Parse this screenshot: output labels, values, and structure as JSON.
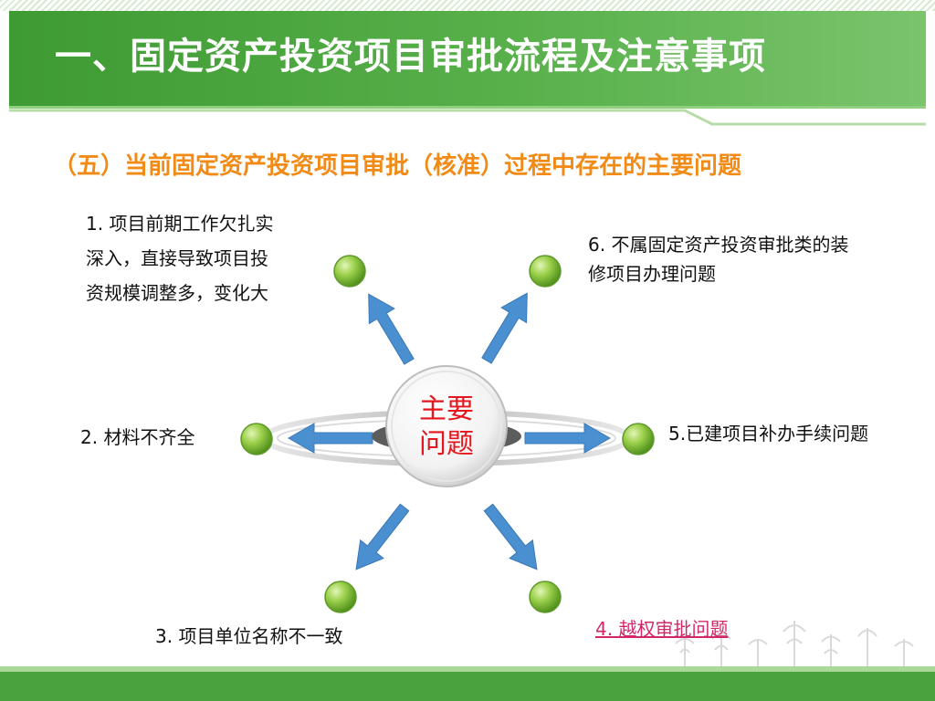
{
  "header": {
    "title": "一、固定资产投资项目审批流程及注意事项"
  },
  "subtitle": "（五）当前固定资产投资项目审批（核准）过程中存在的主要问题",
  "center": {
    "line1": "主要",
    "line2": "问题"
  },
  "items": [
    {
      "id": 1,
      "lines": [
        "1. 项目前期工作欠扎实",
        "深入，直接导致项目投",
        "资规模调整多，变化大"
      ]
    },
    {
      "id": 2,
      "lines": [
        "2. 材料不齐全"
      ]
    },
    {
      "id": 3,
      "lines": [
        "3. 项目单位名称不一致"
      ]
    },
    {
      "id": 4,
      "lines": [
        "4. 越权审批问题"
      ],
      "color": "#d2286a"
    },
    {
      "id": 5,
      "lines": [
        "5.已建项目补办手续问题"
      ]
    },
    {
      "id": 6,
      "lines": [
        "6. 不属固定资产投资审批类的装",
        "修项目办理问题"
      ]
    }
  ],
  "colors": {
    "banner": "#4aa23f",
    "subtitle": "#f28a16",
    "center_text": "#e4161e",
    "arrow": "#4a8fd0",
    "node": "#8cc63f"
  }
}
